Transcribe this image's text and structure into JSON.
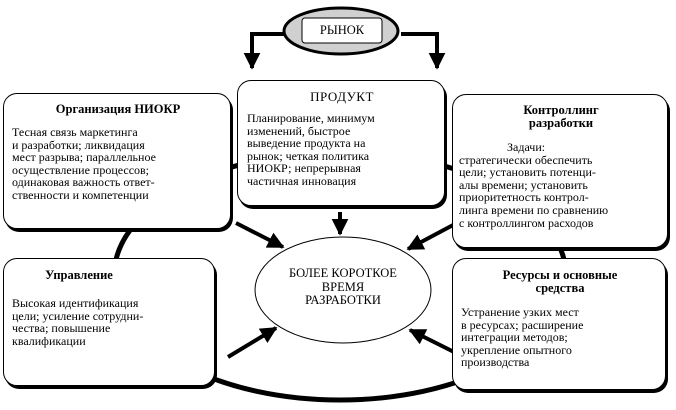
{
  "market": {
    "label": "РЫНОК"
  },
  "product": {
    "title": "ПРОДУКТ",
    "lines": [
      "Планирование, минимум",
      "изменений,  быстрое",
      "выведение продукта на",
      "рынок; четкая политика",
      "НИОКР;  непрерывная",
      "частичная  инновация"
    ]
  },
  "niokr": {
    "title": "Организация НИОКР",
    "lines": [
      "Тесная связь маркетинга",
      "и разработки; ликвидация",
      "мест разрыва; параллельное",
      "осуществление процессов;",
      "одинаковая важность ответ-",
      "ственности  и  компетенции"
    ]
  },
  "controlling": {
    "title_lines": [
      "Контроллинг",
      "разработки"
    ],
    "lines": [
      "Задачи:",
      "стратегически  обеспечить",
      "цели; установить  потенци-",
      "алы  времени; установить",
      "приоритетность контрол-",
      "линга времени по сравнению",
      "с контроллингом  расходов"
    ]
  },
  "management": {
    "title": "Управление",
    "lines": [
      "Высокая  идентификация",
      "цели; усиление сотрудни-",
      "чества;  повышение",
      "квалификации"
    ]
  },
  "center": {
    "lines": [
      "БОЛЕЕ КОРОТКОЕ",
      "ВРЕМЯ",
      "РАЗРАБОТКИ"
    ]
  },
  "resources": {
    "title_lines": [
      "Ресурсы  и основные",
      "средства"
    ],
    "lines": [
      "Устранение узких мест",
      "в ресурсах;     расширение",
      "интеграции  методов;",
      "укрепление опытного",
      "производства"
    ]
  },
  "colors": {
    "line": "#000000",
    "fill": "#ffffff",
    "market_fill": "#d0d0d0"
  }
}
